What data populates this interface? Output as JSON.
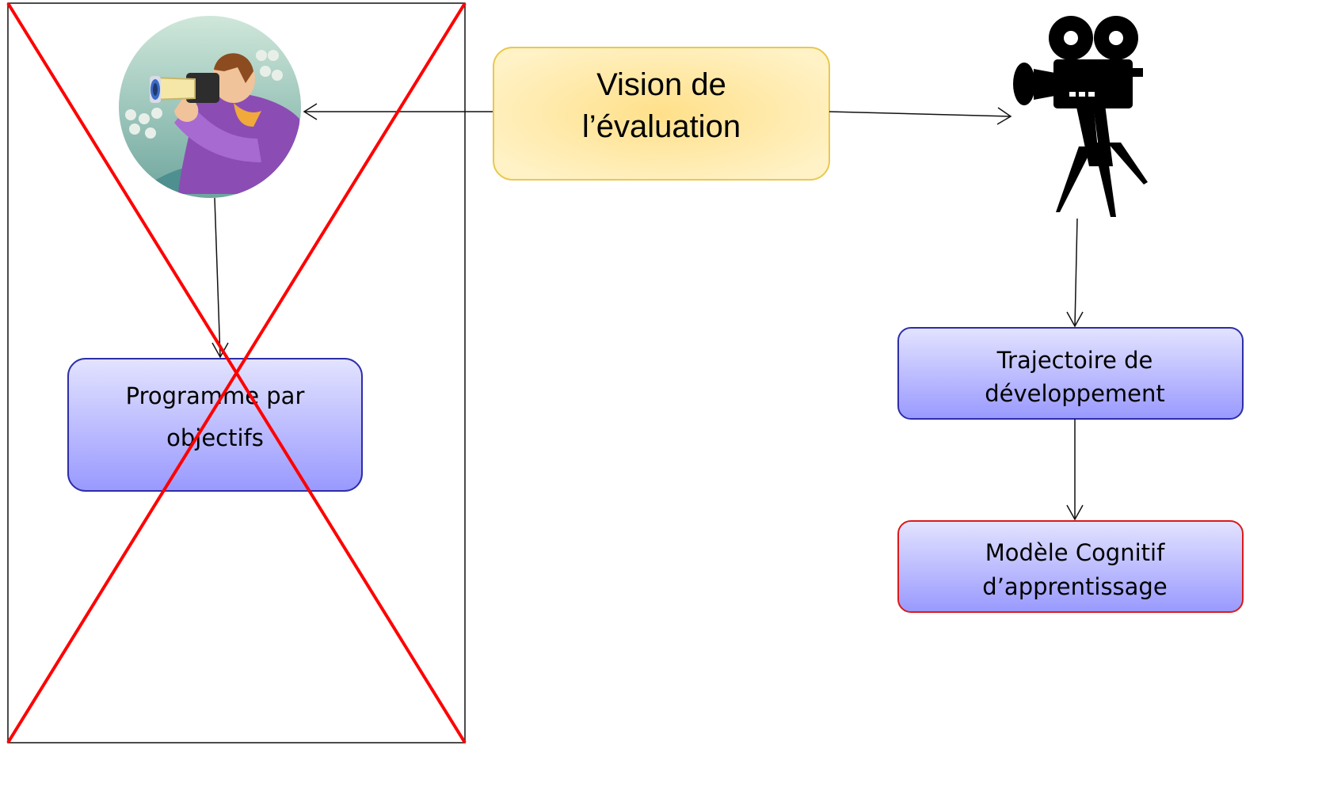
{
  "nodes": {
    "vision": {
      "line1": "Vision de",
      "line2": "l’évaluation"
    },
    "programme": {
      "line1": "Programme par",
      "line2": "objectifs"
    },
    "trajectoire": {
      "line1": "Trajectoire de",
      "line2": "développement"
    },
    "modele": {
      "line1": "Modèle Cognitif",
      "line2": "d’apprentissage"
    }
  },
  "colors": {
    "cross": "#ff0000",
    "panel_border": "#111111",
    "vision_fill_center": "#ffe08a",
    "vision_fill_edge": "#fff2c6",
    "vision_border": "#e9c84e",
    "blue_top": "#e3e3ff",
    "blue_bottom": "#9999ff",
    "blue_border": "#2e2ea8",
    "modele_border": "#d91b1b",
    "connector": "#111111"
  },
  "icons": {
    "photographer": "photographer-clipart-icon",
    "movie_camera": "movie-camera-icon"
  }
}
